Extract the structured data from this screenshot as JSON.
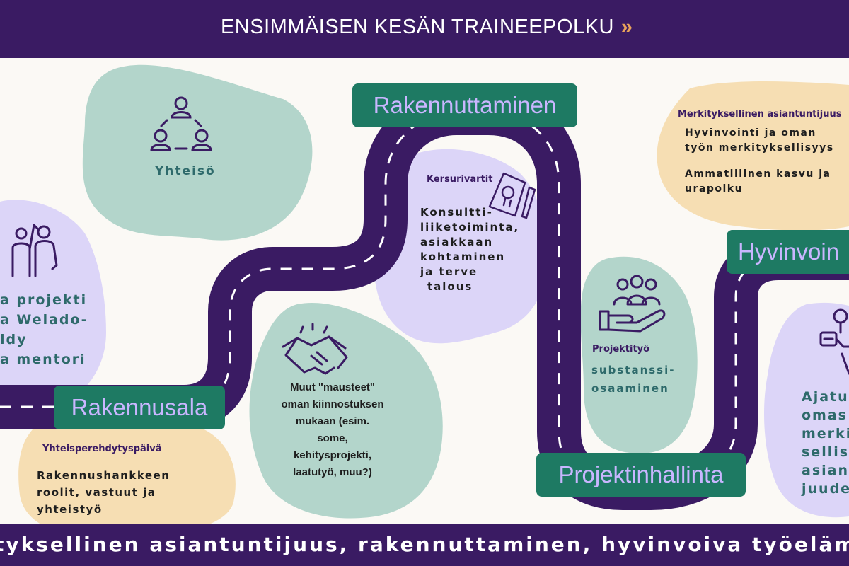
{
  "title": "ENSIMMÄISEN KESÄN TRAINEEPOLKU",
  "title_chevron": "»",
  "ticker": "tyksellinen asiantuntijuus, rakennuttaminen, hyvinvoiva työelämä ja rakenn",
  "stages": {
    "rakennusala": "Rakennusala",
    "rakennuttaminen": "Rakennuttaminen",
    "projektinhallinta": "Projektinhallinta",
    "hyvinvointi": "Hyvinvoin"
  },
  "yhteiso": "Yhteisö",
  "left_blob": [
    "a projekti",
    "a Welado-",
    "ldy",
    "a mentori"
  ],
  "yhteisperehdytys": {
    "heading": "Yhteisperehdytyspäivä",
    "text": [
      "Rakennushankkeen",
      "roolit, vastuut ja",
      "yhteistyö"
    ]
  },
  "mausteet": [
    "Muut \"mausteet\"",
    "oman kiinnostuksen",
    "mukaan (esim.",
    "some,",
    "kehitysprojekti,",
    "laatutyö, muu?)"
  ],
  "kersurivartit": {
    "heading": "Kersurivartit",
    "text": [
      "Konsultti-",
      "liiketoiminta,",
      "asiakkaan",
      "kohtaminen",
      "ja terve",
      "talous"
    ]
  },
  "projektityo": {
    "heading": "Projektityö",
    "text": [
      "substanssi-",
      "osaaminen"
    ]
  },
  "merkityksellinen": {
    "heading": "Merkityksellinen asiantuntijuus",
    "text": [
      "Hyvinvointi ja oman",
      "työn merkityksellisyys",
      "",
      "Ammatillinen kasvu ja",
      "urapolku"
    ]
  },
  "right_blob": [
    "Ajatu",
    "omas",
    "merki",
    "sellis",
    "asian",
    "juude"
  ],
  "colors": {
    "navy": "#3a1b63",
    "teal_stage": "#1e7a63",
    "stage_text": "#c9b6ff",
    "mint_blob": "#b3d5cb",
    "lavender_blob": "#dcd5f8",
    "peach_blob": "#f6deb3",
    "accent_orange": "#e9a35a"
  },
  "icons": [
    "community-icon",
    "mentor-icon",
    "handshake-icon",
    "idea-document-icon",
    "team-hand-icon",
    "person-network-icon"
  ]
}
